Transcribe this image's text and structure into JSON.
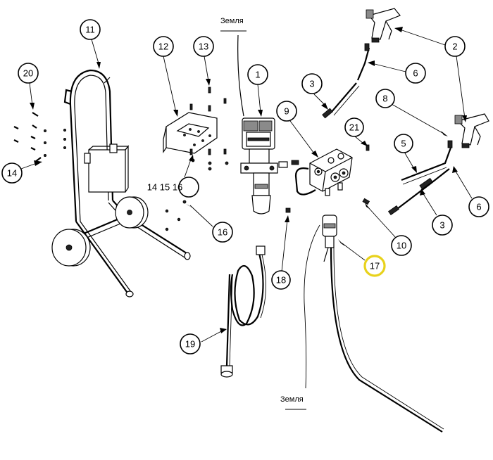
{
  "labels": {
    "ground_top": "Земля",
    "ground_bottom": "Земля",
    "combined_14_15_16": "14 15 16"
  },
  "callouts": {
    "c1": "1",
    "c2": "2",
    "c3a": "3",
    "c3b": "3",
    "c5": "5",
    "c6a": "6",
    "c6b": "6",
    "c8": "8",
    "c9": "9",
    "c10": "10",
    "c11": "11",
    "c12": "12",
    "c13": "13",
    "c14": "14",
    "c16": "16",
    "c17": "17",
    "c18": "18",
    "c19": "19",
    "c20": "20",
    "c21": "21"
  },
  "highlight": {
    "callout": "17",
    "color": "#e8d21c"
  }
}
